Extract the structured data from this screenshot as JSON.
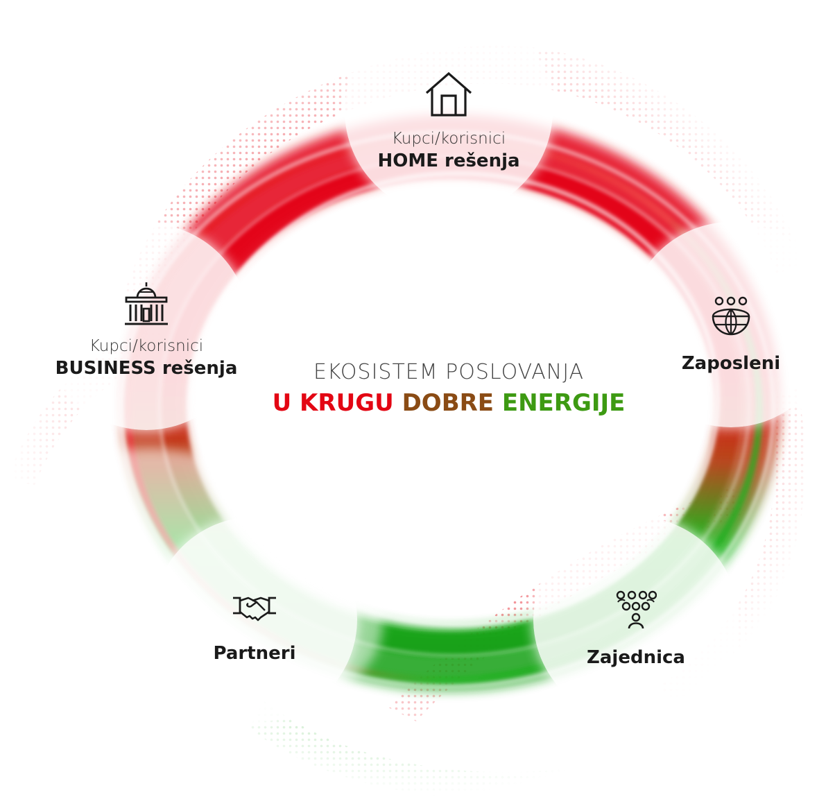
{
  "colors": {
    "red": "#e30613",
    "brown": "#8a4b14",
    "green": "#3d9a12",
    "text_dark": "#1a1a1a",
    "text_light": "#444444"
  },
  "center": {
    "line1": "EKOSISTEM POSLOVANJA",
    "line2_part1": "U KRUGU",
    "line2_part2": "DOBRE",
    "line2_part3": "ENERGIJE"
  },
  "nodes": {
    "home": {
      "icon": "house-icon",
      "sub": "Kupci/korisnici",
      "main": "HOME rešenja"
    },
    "business": {
      "icon": "building-icon",
      "sub": "Kupci/korisnici",
      "main": "BUSINESS rešenja"
    },
    "staff": {
      "icon": "globe-people-icon",
      "main": "Zaposleni"
    },
    "partners": {
      "icon": "handshake-icon",
      "main": "Partneri"
    },
    "community": {
      "icon": "community-people-icon",
      "main": "Zajednica"
    }
  }
}
